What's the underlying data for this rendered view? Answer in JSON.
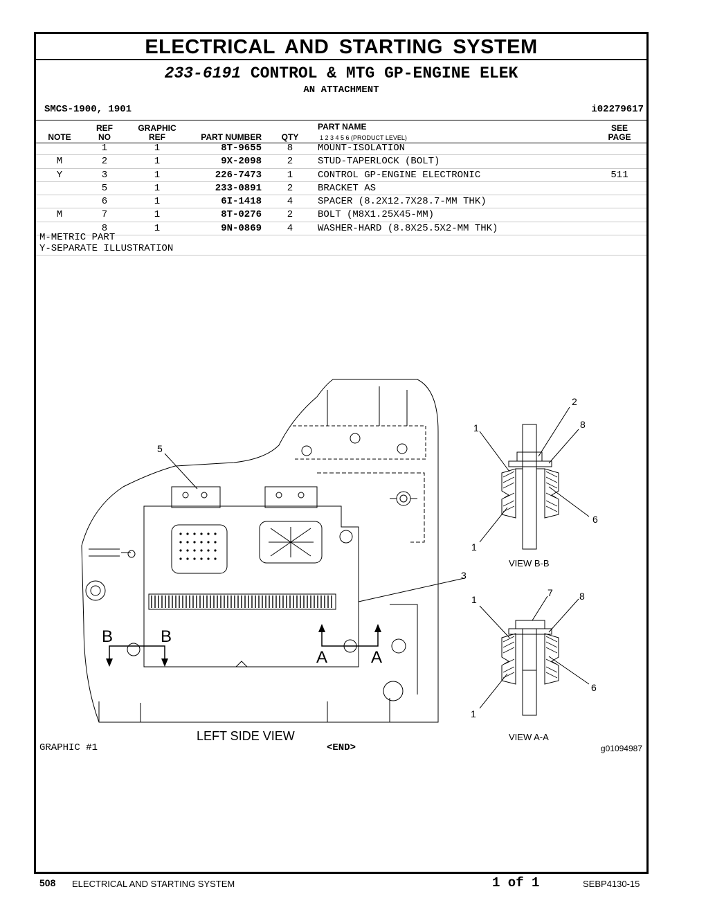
{
  "header": {
    "title": "ELECTRICAL AND STARTING SYSTEM",
    "part_number": "233-6191",
    "part_title": "CONTROL & MTG GP-ENGINE ELEK",
    "attachment": "AN ATTACHMENT",
    "smcs": "SMCS-1900, 1901",
    "illustration_id": "i02279617"
  },
  "columns": {
    "note": "NOTE",
    "ref_top": "REF",
    "ref_bottom": "NO",
    "graphic_top": "GRAPHIC",
    "graphic_bottom": "REF",
    "part_number": "PART NUMBER",
    "qty": "QTY",
    "part_name": "PART NAME",
    "product_level": "1   2   3   4   5   6  (PRODUCT LEVEL)",
    "see_top": "SEE",
    "see_bottom": "PAGE"
  },
  "parts": [
    {
      "note": "",
      "ref": "1",
      "graphic": "1",
      "part_number": "8T-9655",
      "qty": "8",
      "name": "MOUNT-ISOLATION",
      "see": ""
    },
    {
      "note": "M",
      "ref": "2",
      "graphic": "1",
      "part_number": "9X-2098",
      "qty": "2",
      "name": "STUD-TAPERLOCK (BOLT)",
      "see": ""
    },
    {
      "note": "Y",
      "ref": "3",
      "graphic": "1",
      "part_number": "226-7473",
      "qty": "1",
      "name": "CONTROL GP-ENGINE ELECTRONIC",
      "see": "511"
    },
    {
      "note": "",
      "ref": "5",
      "graphic": "1",
      "part_number": "233-0891",
      "qty": "2",
      "name": "BRACKET AS",
      "see": ""
    },
    {
      "note": "",
      "ref": "6",
      "graphic": "1",
      "part_number": "6I-1418",
      "qty": "4",
      "name": "SPACER (8.2X12.7X28.7-MM THK)",
      "see": ""
    },
    {
      "note": "M",
      "ref": "7",
      "graphic": "1",
      "part_number": "8T-0276",
      "qty": "2",
      "name": "BOLT (M8X1.25X45-MM)",
      "see": ""
    },
    {
      "note": "",
      "ref": "8",
      "graphic": "1",
      "part_number": "9N-0869",
      "qty": "4",
      "name": "WASHER-HARD (8.8X25.5X2-MM THK)",
      "see": ""
    }
  ],
  "notes": [
    "M-METRIC PART",
    "Y-SEPARATE ILLUSTRATION"
  ],
  "graphic": {
    "label": "GRAPHIC #1",
    "end": "<END>",
    "id": "g01094987",
    "left_view": "LEFT SIDE VIEW",
    "view_bb": "VIEW B-B",
    "view_aa": "VIEW A-A",
    "section_b": "B",
    "section_a": "A",
    "callouts": {
      "c1": "1",
      "c2": "2",
      "c3": "3",
      "c5": "5",
      "c6": "6",
      "c7": "7",
      "c8": "8"
    }
  },
  "footer": {
    "page": "508",
    "section": "ELECTRICAL AND STARTING SYSTEM",
    "page_of": "1 of 1",
    "publication": "SEBP4130-15"
  }
}
